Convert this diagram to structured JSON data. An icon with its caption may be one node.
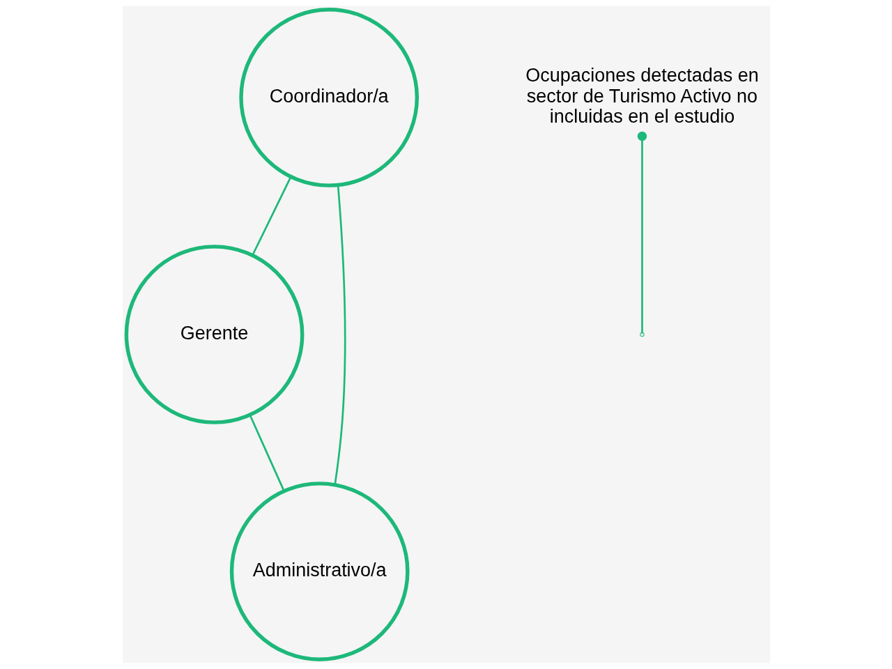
{
  "diagram": {
    "nodes": [
      {
        "text": [
          "Coordinador/a"
        ]
      },
      {
        "text": [
          "Gerente"
        ]
      },
      {
        "text": [
          "Administrativo/a"
        ]
      },
      {
        "text": [
          "Ocupaciones detectadas en sector de Turismo Activo no incluidas en el estudio"
        ]
      }
    ],
    "edges": [
      {
        "from": 0,
        "to": 1,
        "arrow": "none"
      },
      {
        "from": 0,
        "to": 2,
        "arrow": "none"
      },
      {
        "from": 1,
        "to": 2,
        "arrow": "none"
      },
      {
        "from": 3,
        "to": null,
        "arrow": "other"
      }
    ]
  }
}
